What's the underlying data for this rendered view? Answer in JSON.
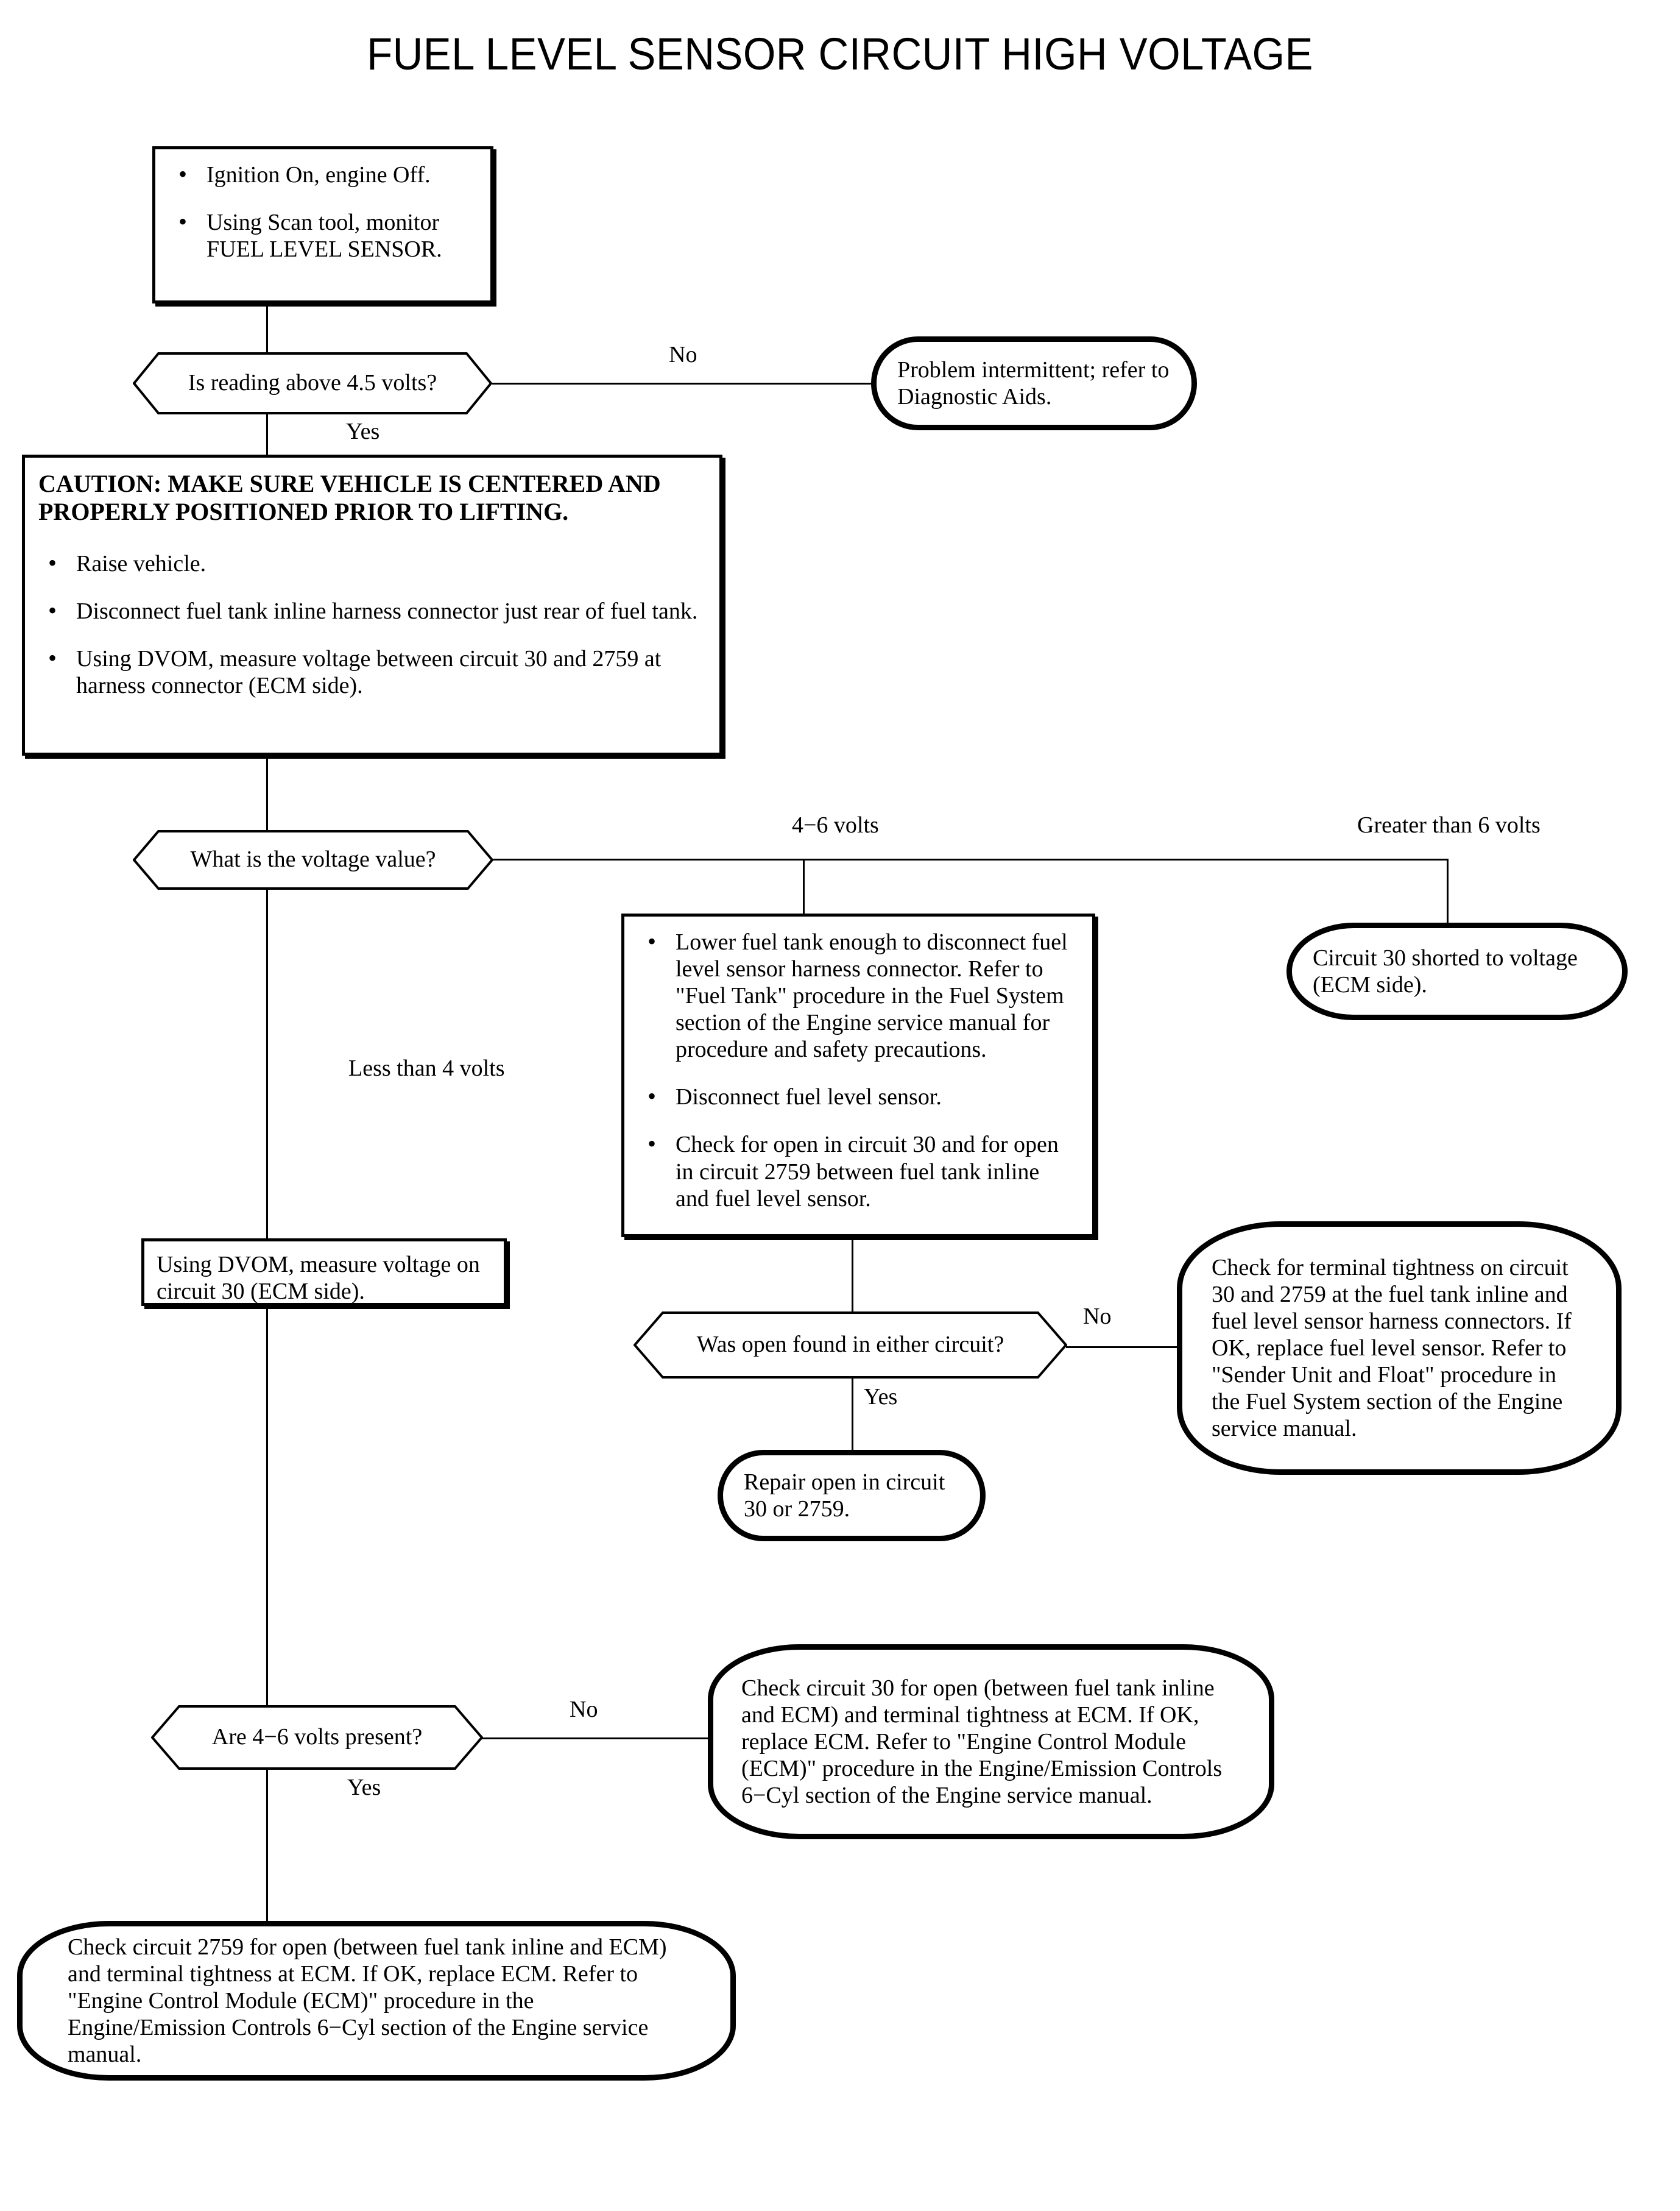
{
  "title": "FUEL LEVEL SENSOR CIRCUIT HIGH VOLTAGE",
  "nodes": {
    "start": {
      "type": "process",
      "bullets": [
        "Ignition On, engine Off.",
        "Using Scan tool, monitor FUEL LEVEL SENSOR."
      ]
    },
    "decision_reading": {
      "type": "decision",
      "text": "Is reading above 4.5 volts?"
    },
    "term_intermittent": {
      "type": "terminal",
      "text": "Problem intermittent; refer to Diagnostic Aids."
    },
    "caution": {
      "type": "process",
      "heading": "CAUTION: MAKE SURE VEHICLE IS CENTERED AND PROPERLY POSITIONED PRIOR TO LIFTING.",
      "bullets": [
        "Raise vehicle.",
        "Disconnect fuel tank inline harness connector just rear of fuel tank.",
        "Using DVOM, measure voltage between circuit 30 and 2759 at harness connector (ECM side)."
      ]
    },
    "decision_voltage": {
      "type": "decision",
      "text": "What is the voltage value?"
    },
    "proc_lower_tank": {
      "type": "process",
      "bullets": [
        "Lower fuel tank enough to disconnect fuel level sensor harness connector. Refer to \"Fuel Tank\" procedure in the Fuel System section of the Engine service manual for procedure and safety precautions.",
        "Disconnect fuel level sensor.",
        "Check for open in circuit 30 and for open in circuit 2759 between fuel tank inline and fuel level sensor."
      ]
    },
    "term_shorted": {
      "type": "terminal",
      "text": "Circuit 30 shorted to voltage (ECM side)."
    },
    "proc_dvom_c30": {
      "type": "process",
      "text": "Using DVOM, measure voltage on circuit 30 (ECM side)."
    },
    "decision_open_found": {
      "type": "decision",
      "text": "Was open found in either circuit?"
    },
    "term_check_tightness": {
      "type": "terminal",
      "text": "Check for terminal tightness on circuit 30 and 2759 at the fuel tank inline and fuel level sensor harness connectors. If OK, replace fuel level sensor. Refer to \"Sender Unit and Float\" procedure in the Fuel System section of the Engine service manual."
    },
    "term_repair_open": {
      "type": "terminal",
      "text": "Repair open in circuit 30 or 2759."
    },
    "decision_4_6_present": {
      "type": "decision",
      "text": "Are 4−6 volts present?"
    },
    "term_check_c30_open": {
      "type": "terminal",
      "text": "Check circuit 30 for open (between fuel tank inline and ECM) and terminal tightness at ECM. If OK, replace ECM. Refer to \"Engine Control Module (ECM)\" procedure in the Engine/Emission Controls 6−Cyl section of the Engine service manual."
    },
    "term_check_c2759_open": {
      "type": "terminal",
      "text": "Check circuit 2759 for open (between fuel tank inline and ECM) and terminal tightness at ECM. If OK, replace ECM. Refer to \"Engine Control Module (ECM)\" procedure in the Engine/Emission Controls 6−Cyl section of the Engine service manual."
    }
  },
  "edge_labels": {
    "reading_no": "No",
    "reading_yes": "Yes",
    "voltage_mid": "4−6 volts",
    "voltage_high": "Greater than 6 volts",
    "voltage_low": "Less than 4 volts",
    "open_found_no": "No",
    "open_found_yes": "Yes",
    "present_no": "No",
    "present_yes": "Yes"
  },
  "colors": {
    "stroke": "#000000",
    "background": "#ffffff"
  }
}
